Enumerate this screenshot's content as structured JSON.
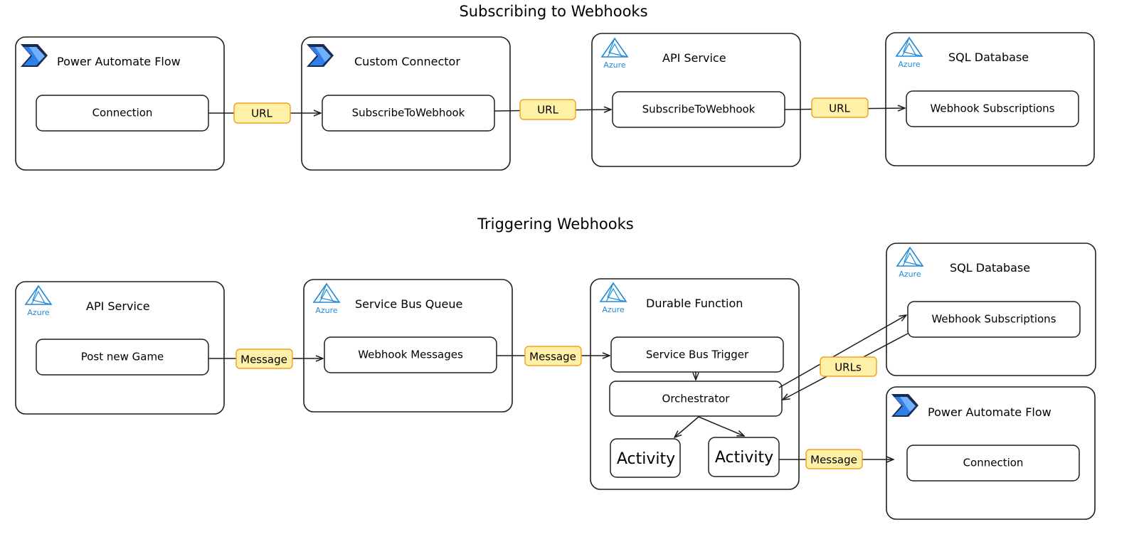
{
  "sections": {
    "subscribe": {
      "title": "Subscribing to Webhooks"
    },
    "trigger": {
      "title": "Triggering Webhooks"
    }
  },
  "colors": {
    "stroke": "#1e1e1e",
    "tag_fill": "#fff0a8",
    "tag_stroke": "#f0a020",
    "azure_blue": "#1f8ad8",
    "power_automate_blue": "#2f7fe6"
  },
  "icons": {
    "azure_text": "Azure"
  },
  "subscribe": {
    "containers": [
      {
        "title": "Power Automate Flow",
        "icon": "power-automate-icon",
        "node": "Connection"
      },
      {
        "title": "Custom Connector",
        "icon": "power-automate-icon",
        "node": "SubscribeToWebhook"
      },
      {
        "title": "API Service",
        "icon": "azure-icon",
        "node": "SubscribeToWebhook"
      },
      {
        "title": "SQL Database",
        "icon": "azure-icon",
        "node": "Webhook Subscriptions"
      }
    ],
    "edge_labels": [
      "URL",
      "URL",
      "URL"
    ]
  },
  "trigger": {
    "api_service": {
      "title": "API Service",
      "icon": "azure-icon",
      "node": "Post new Game"
    },
    "service_bus": {
      "title": "Service Bus Queue",
      "icon": "azure-icon",
      "node": "Webhook Messages"
    },
    "durable": {
      "title": "Durable Function",
      "icon": "azure-icon",
      "trigger_node": "Service Bus Trigger",
      "orchestrator_node": "Orchestrator",
      "activity_1": "Activity",
      "activity_2": "Activity"
    },
    "sql": {
      "title": "SQL Database",
      "icon": "azure-icon",
      "node": "Webhook Subscriptions"
    },
    "power_automate": {
      "title": "Power Automate Flow",
      "icon": "power-automate-icon",
      "node": "Connection"
    },
    "edge_labels": {
      "api_to_queue": "Message",
      "queue_to_function": "Message",
      "orchestrator_sql": "URLs",
      "activity_to_flow": "Message"
    }
  }
}
